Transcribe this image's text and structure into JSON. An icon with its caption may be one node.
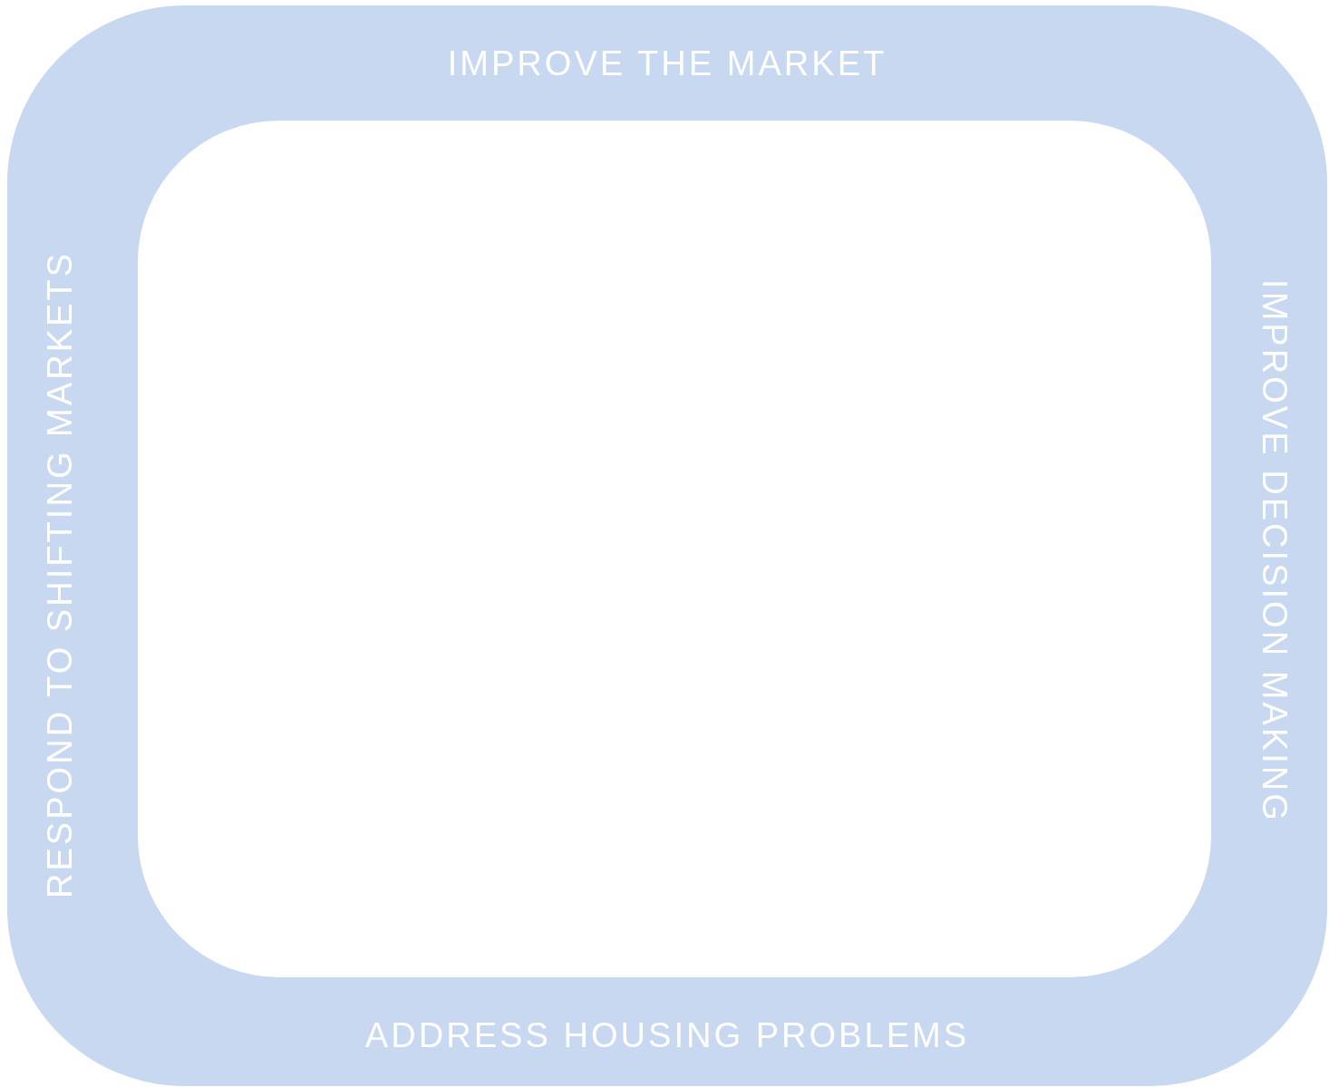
{
  "diagram": {
    "nodes": [
      {
        "text": [
          "IMPROVE THE MARKET",
          "RESPOND TO SHIFTING MARKETS",
          "IMPROVE DECISION MAKING",
          "ADDRESS HOUSING PROBLEMS"
        ]
      }
    ]
  }
}
